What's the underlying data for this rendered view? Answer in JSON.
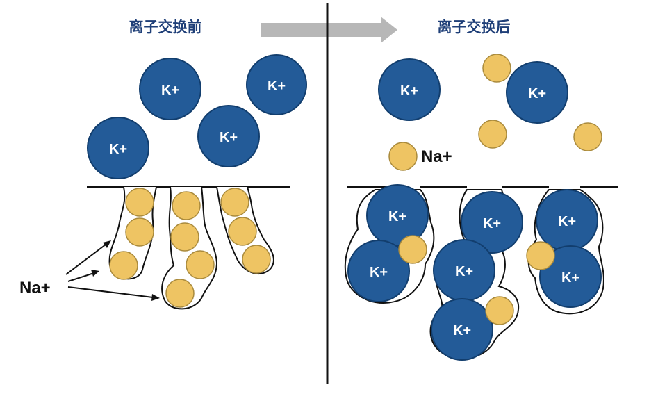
{
  "titles": {
    "before": "离子交换前",
    "after": "离子交换后"
  },
  "labels": {
    "potassium": "K+",
    "sodium": "Na+"
  },
  "colors": {
    "potassium_fill": "#235b98",
    "potassium_stroke": "#123e6e",
    "sodium_fill": "#eec463",
    "sodium_stroke": "#a98a3c",
    "title_text": "#1f3f78",
    "arrow_fill": "#b7b7b7",
    "line": "#111111"
  }
}
